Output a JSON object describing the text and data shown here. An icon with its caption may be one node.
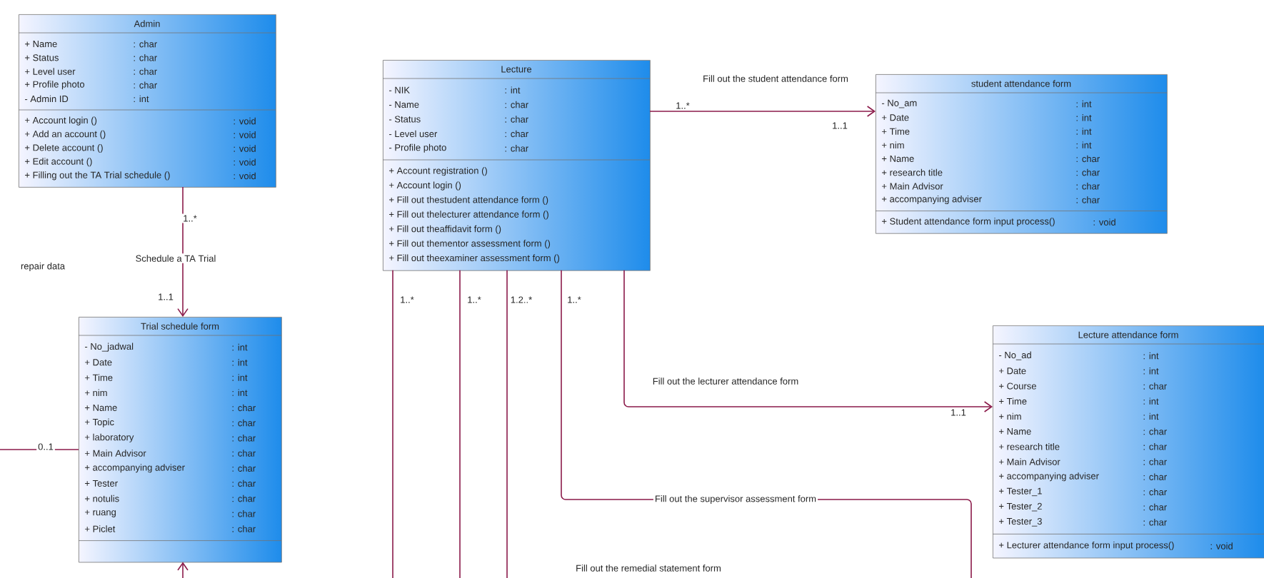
{
  "diagram": {
    "nodes": [
      {
        "text": [
          "Admin",
          "+ Name",
          ": char",
          "+ Status",
          ": char",
          "+ Level user",
          ": char",
          "+ Profile photo",
          ": char",
          "- Admin ID",
          ": int",
          "+ Account login ()",
          ": void",
          "+ Add an account ()",
          ": void",
          "+ Delete account ()",
          ": void",
          "+ Edit account ()",
          ": void",
          "+ Filling out the TA Trial schedule ()",
          ": void"
        ]
      },
      {
        "text": [
          "Lecture",
          "- NIK",
          ": int",
          "- Name",
          ": char",
          "- Status",
          ": char",
          "- Level user",
          ": char",
          "- Profile photo",
          ": char",
          "+ Account registration ()",
          "+ Account login ()",
          "+ Fill out thestudent attendance form ()",
          "+ Fill out thelecturer attendance form ()",
          "+ Fill out theaffidavit form ()",
          "+ Fill out thementor assessment form ()",
          "+ Fill out theexaminer assessment form ()"
        ]
      },
      {
        "text": [
          "student attendance form",
          "- No_am",
          ": int",
          "+ Date",
          ": int",
          "+ Time",
          ": int",
          "+ nim",
          ": int",
          "+ Name",
          ": char",
          "+ research title",
          ": char",
          "+ Main Advisor",
          ": char",
          "+ accompanying adviser",
          ": char",
          "+ Student attendance form input process()",
          ": void"
        ]
      },
      {
        "text": [
          "Trial schedule form",
          "- No_jadwal",
          ": int",
          "+ Date",
          ": int",
          "+ Time",
          ": int",
          "+ nim",
          ": int",
          "+ Name",
          ": char",
          "+ Topic",
          ": char",
          "+ laboratory",
          ": char",
          "+ Main Advisor",
          ": char",
          "+ accompanying adviser",
          ": char",
          "+ Tester",
          ": char",
          "+ notulis",
          ": char",
          "+ ruang",
          ": char",
          "+ Piclet",
          ": char"
        ]
      },
      {
        "text": [
          "Lecture attendance form",
          "- No_ad",
          ": int",
          "+ Date",
          ": int",
          "+ Course",
          ": char",
          "+ Time",
          ": int",
          "+ nim",
          ": int",
          "+ Name",
          ": char",
          "+ research title",
          ": char",
          "+ Main Advisor",
          ": char",
          "+ accompanying adviser",
          ": char",
          "+ Tester_1",
          ": char",
          "+ Tester_2",
          ": char",
          "+ Tester_3",
          ": char",
          "+ Lecturer attendance form input process()",
          ": void"
        ]
      }
    ],
    "edges": [
      {
        "from": 0,
        "to": 3,
        "arrow": "to",
        "label": "Schedule a TA Trial"
      },
      {
        "from": 1,
        "to": 2,
        "arrow": "to",
        "label": "Fill out the student attendance form"
      },
      {
        "from": 1,
        "to": 4,
        "arrow": "to",
        "label": "Fill out the lecturer attendance form"
      },
      {
        "from": 1,
        "to": null,
        "arrow": "none",
        "label": "Fill out the supervisor assessment form"
      },
      {
        "from": 1,
        "to": null,
        "arrow": "none"
      },
      {
        "from": 1,
        "to": null,
        "arrow": "none"
      },
      {
        "from": 1,
        "to": null,
        "arrow": "none"
      },
      {
        "from": null,
        "to": 3,
        "arrow": "none"
      },
      {
        "from": null,
        "to": 3,
        "arrow": "to"
      }
    ],
    "labels": [
      "1..*",
      "1..1",
      "repair data",
      "1..*",
      "1..1",
      "1..*",
      "1..*",
      "1.2..*",
      "1..*",
      "1..1",
      "0..1",
      "Fill out the remedial statement form"
    ]
  }
}
